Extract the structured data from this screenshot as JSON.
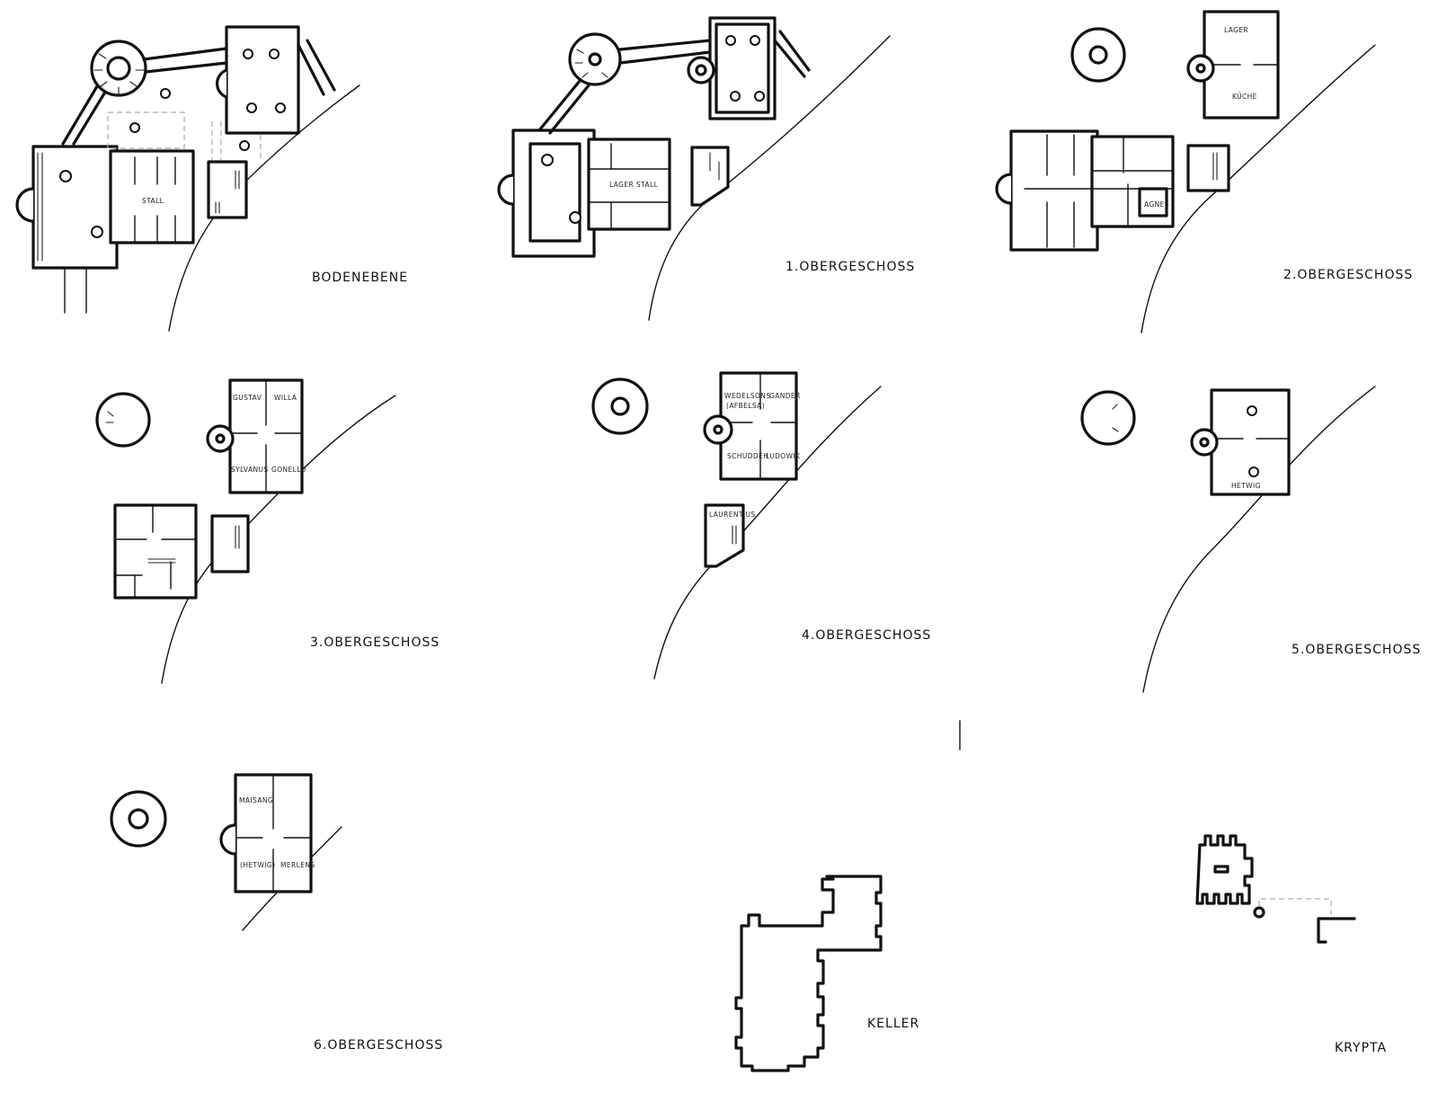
{
  "floors": {
    "ground": "BODENEBENE",
    "f1": "1.OBERGESCHOSS",
    "f2": "2.OBERGESCHOSS",
    "f3": "3.OBERGESCHOSS",
    "f4": "4.OBERGESCHOSS",
    "f5": "5.OBERGESCHOSS",
    "f6": "6.OBERGESCHOSS",
    "keller": "KELLER",
    "krypta": "KRYPTA"
  },
  "rooms": {
    "ground_stall": "STALL",
    "f1_lager_stall": "LAGER STALL",
    "f2_lager": "LAGER",
    "f2_kueche": "KÜCHE",
    "f2_agnes": "AGNES",
    "f3_gustav": "GUSTAV",
    "f3_willa": "WILLA",
    "f3_sylvanus": "SYLVANUS",
    "f3_gonello": "GONELLO",
    "f4_wedelsons": "WEDELSONS",
    "f4_afbelsa": "(AFBELSA)",
    "f4_gander": "GANDER",
    "f4_schuddenh": "SCHUDDEH",
    "f4_ludowik": "LUDOWIK",
    "f4_laurentius": "LAURENTIUS",
    "f5_hetwig": "HETWIG",
    "f6_maisang": "MAISANG",
    "f6_hetwig": "(HETWIG)",
    "f6_merlens": "MERLENS"
  }
}
